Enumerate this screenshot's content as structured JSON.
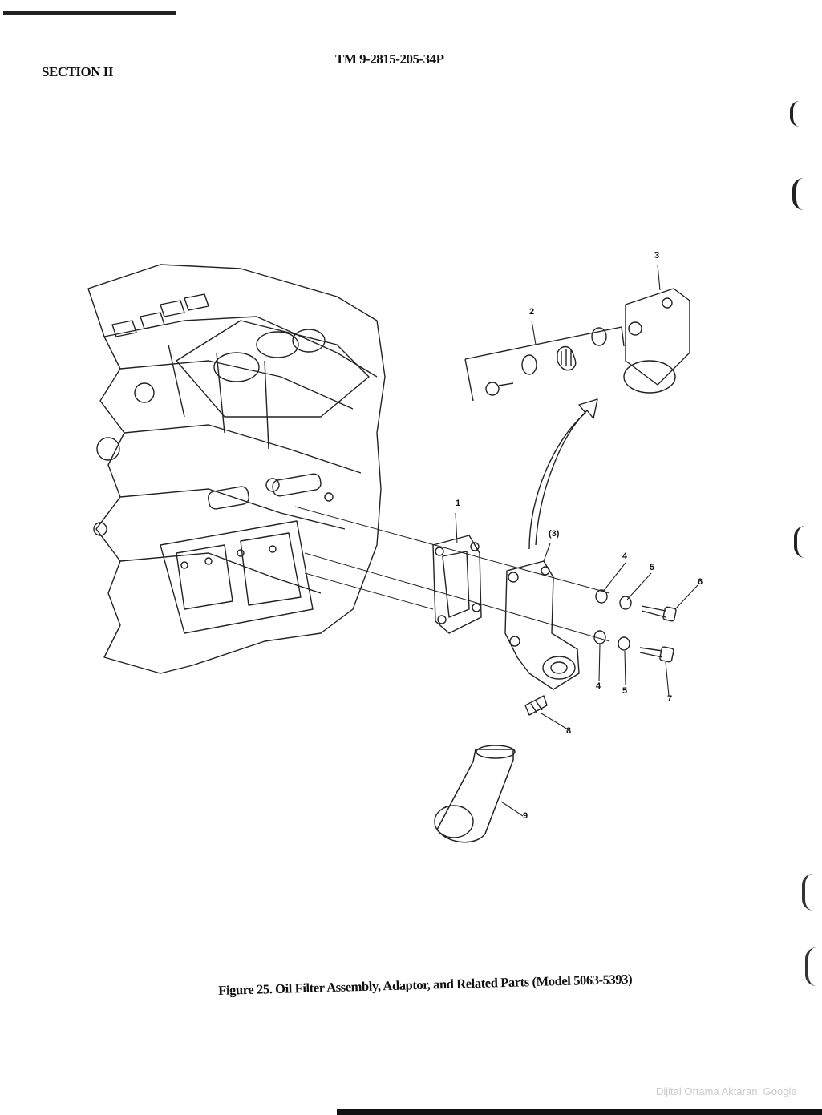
{
  "header": {
    "section": "SECTION II",
    "tm_number": "TM 9-2815-205-34P"
  },
  "figure": {
    "caption": "Figure 25.  Oil Filter Assembly, Adaptor, and Related Parts (Model 5063-5393)",
    "callouts": {
      "c1": "1",
      "c2": "2",
      "c3": "3",
      "c3p": "(3)",
      "c4a": "4",
      "c4b": "4",
      "c5a": "5",
      "c5b": "5",
      "c6": "6",
      "c7": "7",
      "c8": "8",
      "c9": "9"
    }
  },
  "footer": {
    "watermark": "Dijital Ortama Aktaran: Google"
  }
}
